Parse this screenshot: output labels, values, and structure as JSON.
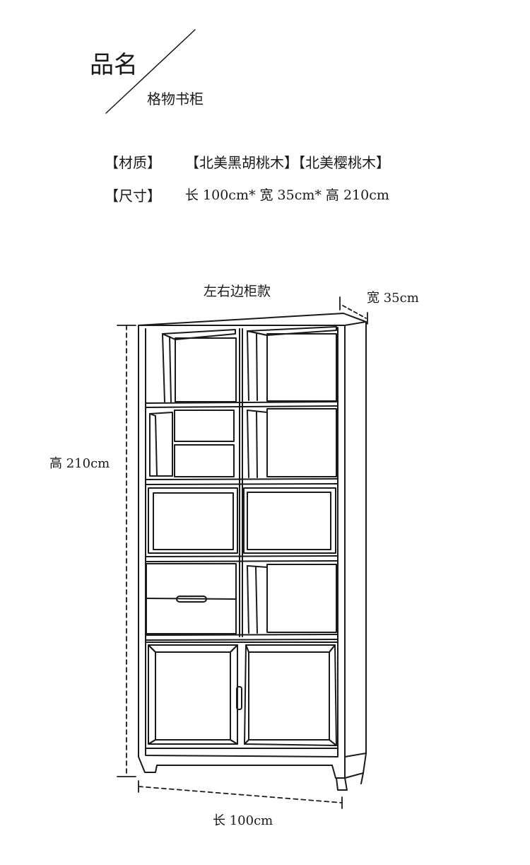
{
  "header": {
    "title": "品名",
    "product_name": "格物书柜"
  },
  "specs": {
    "material_label": "【材质】",
    "material_value": "【北美黑胡桃木】【北美樱桃木】",
    "size_label": "【尺寸】",
    "size_value": "长 100cm* 宽 35cm* 高 210cm"
  },
  "drawing": {
    "variant_label": "左右边柜款",
    "depth_label": "宽 35cm",
    "height_label": "高 210cm",
    "length_label": "长 100cm",
    "line_color": "#1a1a1a"
  }
}
